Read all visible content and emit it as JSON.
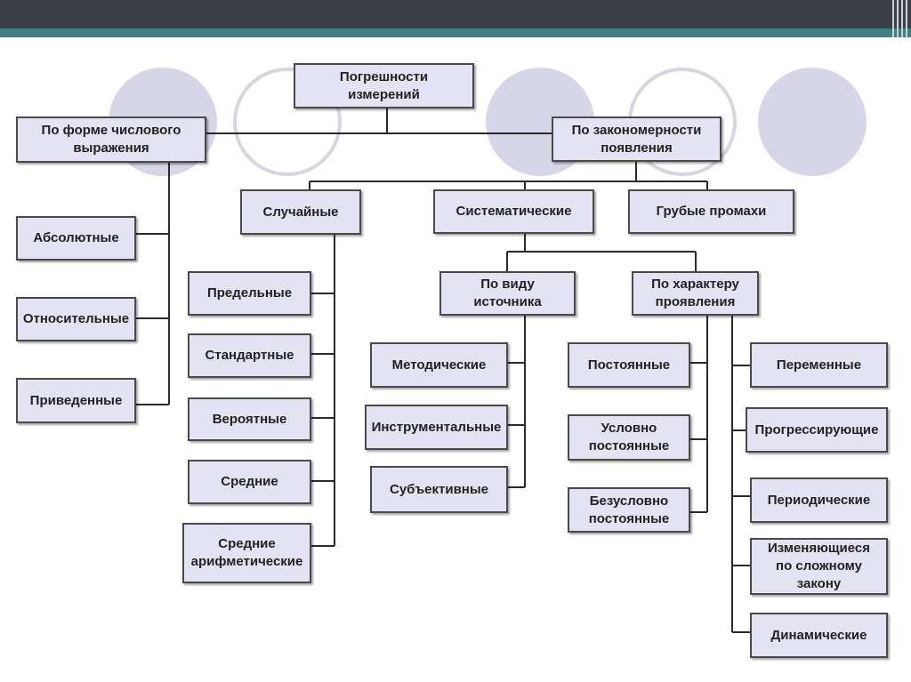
{
  "diagram": {
    "root": "Погрешности\nизмерений",
    "by_form": "По форме числового\nвыражения",
    "absolute": "Абсолютные",
    "relative": "Относительные",
    "reduced": "Приведенные",
    "by_pattern": "По закономерности\nпоявления",
    "random": "Случайные",
    "systematic": "Систематические",
    "gross": "Грубые промахи",
    "limit": "Предельные",
    "standard": "Стандартные",
    "probable": "Вероятные",
    "mean": "Средние",
    "arith_mean": "Средние\nарифметические",
    "by_source": "По виду\nисточника",
    "by_character": "По характеру\nпроявления",
    "methodical": "Методические",
    "instrumental": "Инструментальные",
    "subjective": "Субъективные",
    "constant": "Постоянные",
    "cond_constant": "Условно\nпостоянные",
    "uncond_constant": "Безусловно\nпостоянные",
    "variable": "Переменные",
    "progressive": "Прогрессирующие",
    "periodic": "Периодические",
    "complex_law": "Изменяющиеся\nпо сложному\nзакону",
    "dynamic": "Динамические"
  }
}
